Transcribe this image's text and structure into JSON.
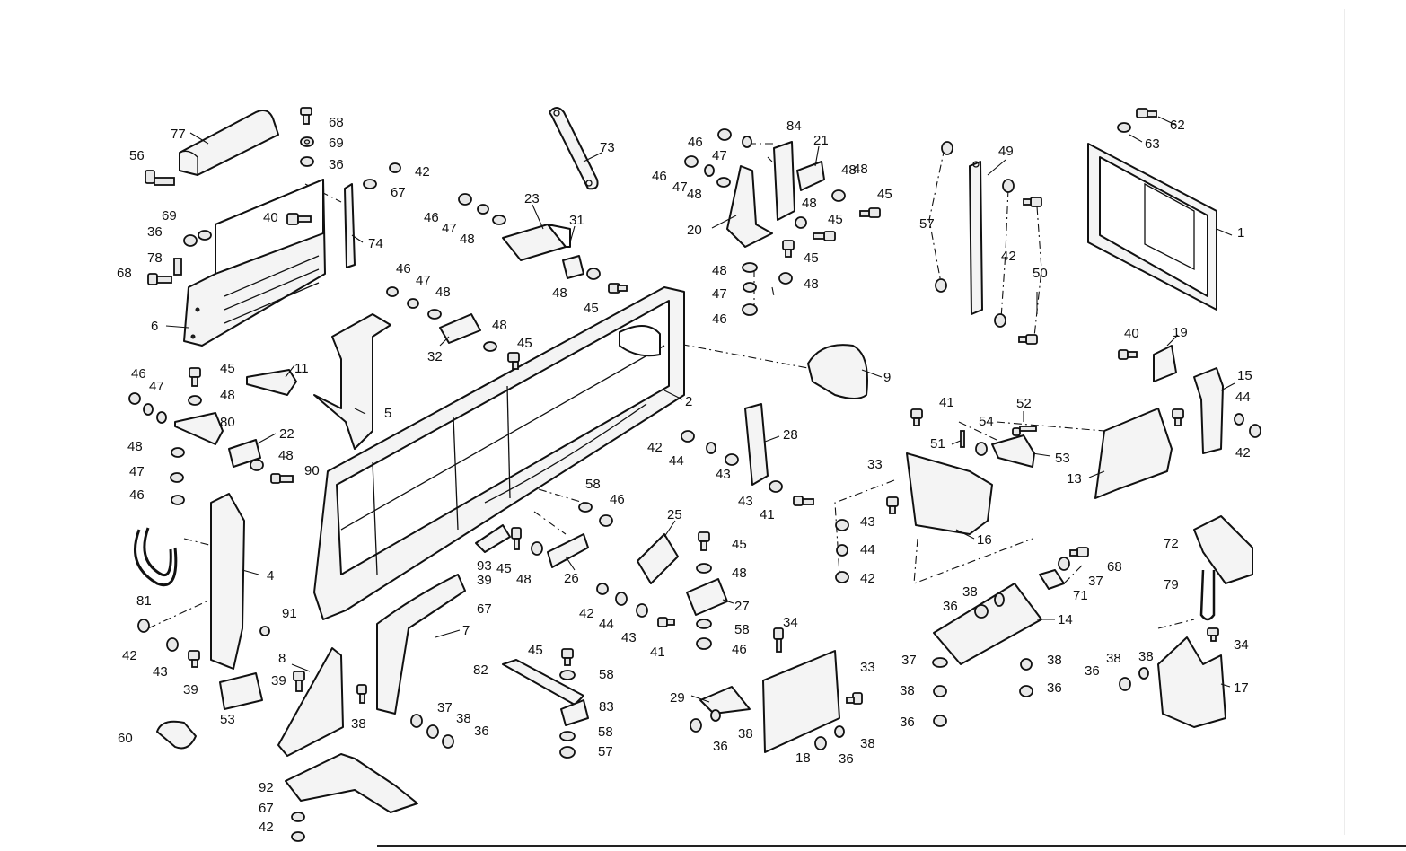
{
  "diagram": {
    "callouts": [
      {
        "id": "c1",
        "text": "1"
      },
      {
        "id": "c2",
        "text": "2"
      },
      {
        "id": "c4",
        "text": "4"
      },
      {
        "id": "c5",
        "text": "5"
      },
      {
        "id": "c6",
        "text": "6"
      },
      {
        "id": "c7",
        "text": "7"
      },
      {
        "id": "c8",
        "text": "8"
      },
      {
        "id": "c9",
        "text": "9"
      },
      {
        "id": "c11",
        "text": "11"
      },
      {
        "id": "c13",
        "text": "13"
      },
      {
        "id": "c14",
        "text": "14"
      },
      {
        "id": "c15",
        "text": "15"
      },
      {
        "id": "c16",
        "text": "16"
      },
      {
        "id": "c17",
        "text": "17"
      },
      {
        "id": "c18",
        "text": "18"
      },
      {
        "id": "c19",
        "text": "19"
      },
      {
        "id": "c20",
        "text": "20"
      },
      {
        "id": "c21",
        "text": "21"
      },
      {
        "id": "c22",
        "text": "22"
      },
      {
        "id": "c23",
        "text": "23"
      },
      {
        "id": "c25",
        "text": "25"
      },
      {
        "id": "c26",
        "text": "26"
      },
      {
        "id": "c27",
        "text": "27"
      },
      {
        "id": "c28",
        "text": "28"
      },
      {
        "id": "c29",
        "text": "29"
      },
      {
        "id": "c31",
        "text": "31"
      },
      {
        "id": "c32",
        "text": "32"
      },
      {
        "id": "c33a",
        "text": "33"
      },
      {
        "id": "c33b",
        "text": "33"
      },
      {
        "id": "c34a",
        "text": "34"
      },
      {
        "id": "c34b",
        "text": "34"
      },
      {
        "id": "c36a",
        "text": "36"
      },
      {
        "id": "c36b",
        "text": "36"
      },
      {
        "id": "c36c",
        "text": "36"
      },
      {
        "id": "c36d",
        "text": "36"
      },
      {
        "id": "c36e",
        "text": "36"
      },
      {
        "id": "c36f",
        "text": "36"
      },
      {
        "id": "c36g",
        "text": "36"
      },
      {
        "id": "c36h",
        "text": "36"
      },
      {
        "id": "c36i",
        "text": "36"
      },
      {
        "id": "c37a",
        "text": "37"
      },
      {
        "id": "c37b",
        "text": "37"
      },
      {
        "id": "c37c",
        "text": "37"
      },
      {
        "id": "c38a",
        "text": "38"
      },
      {
        "id": "c38b",
        "text": "38"
      },
      {
        "id": "c38c",
        "text": "38"
      },
      {
        "id": "c38d",
        "text": "38"
      },
      {
        "id": "c38e",
        "text": "38"
      },
      {
        "id": "c38f",
        "text": "38"
      },
      {
        "id": "c38g",
        "text": "38"
      },
      {
        "id": "c38h",
        "text": "38"
      },
      {
        "id": "c38i",
        "text": "38"
      },
      {
        "id": "c39a",
        "text": "39"
      },
      {
        "id": "c39b",
        "text": "39"
      },
      {
        "id": "c39c",
        "text": "39"
      },
      {
        "id": "c40a",
        "text": "40"
      },
      {
        "id": "c40b",
        "text": "40"
      },
      {
        "id": "c41a",
        "text": "41"
      },
      {
        "id": "c41b",
        "text": "41"
      },
      {
        "id": "c41c",
        "text": "41"
      },
      {
        "id": "c42a",
        "text": "42"
      },
      {
        "id": "c42b",
        "text": "42"
      },
      {
        "id": "c42c",
        "text": "42"
      },
      {
        "id": "c42d",
        "text": "42"
      },
      {
        "id": "c42e",
        "text": "42"
      },
      {
        "id": "c42f",
        "text": "42"
      },
      {
        "id": "c42g",
        "text": "42"
      },
      {
        "id": "c42h",
        "text": "42"
      },
      {
        "id": "c43a",
        "text": "43"
      },
      {
        "id": "c43b",
        "text": "43"
      },
      {
        "id": "c43c",
        "text": "43"
      },
      {
        "id": "c43d",
        "text": "43"
      },
      {
        "id": "c43e",
        "text": "43"
      },
      {
        "id": "c44a",
        "text": "44"
      },
      {
        "id": "c44b",
        "text": "44"
      },
      {
        "id": "c44c",
        "text": "44"
      },
      {
        "id": "c44d",
        "text": "44"
      },
      {
        "id": "c45a",
        "text": "45"
      },
      {
        "id": "c45b",
        "text": "45"
      },
      {
        "id": "c45c",
        "text": "45"
      },
      {
        "id": "c45d",
        "text": "45"
      },
      {
        "id": "c45e",
        "text": "45"
      },
      {
        "id": "c45f",
        "text": "45"
      },
      {
        "id": "c45g",
        "text": "45"
      },
      {
        "id": "c45h",
        "text": "45"
      },
      {
        "id": "c45i",
        "text": "45"
      },
      {
        "id": "c46a",
        "text": "46"
      },
      {
        "id": "c46b",
        "text": "46"
      },
      {
        "id": "c46c",
        "text": "46"
      },
      {
        "id": "c46d",
        "text": "46"
      },
      {
        "id": "c46e",
        "text": "46"
      },
      {
        "id": "c46f",
        "text": "46"
      },
      {
        "id": "c46g",
        "text": "46"
      },
      {
        "id": "c46h",
        "text": "46"
      },
      {
        "id": "c46i",
        "text": "46"
      },
      {
        "id": "c47a",
        "text": "47"
      },
      {
        "id": "c47b",
        "text": "47"
      },
      {
        "id": "c47c",
        "text": "47"
      },
      {
        "id": "c47d",
        "text": "47"
      },
      {
        "id": "c47e",
        "text": "47"
      },
      {
        "id": "c47f",
        "text": "47"
      },
      {
        "id": "c47g",
        "text": "47"
      },
      {
        "id": "c48a",
        "text": "48"
      },
      {
        "id": "c48b",
        "text": "48"
      },
      {
        "id": "c48c",
        "text": "48"
      },
      {
        "id": "c48d",
        "text": "48"
      },
      {
        "id": "c48e",
        "text": "48"
      },
      {
        "id": "c48f",
        "text": "48"
      },
      {
        "id": "c48g",
        "text": "48"
      },
      {
        "id": "c48h",
        "text": "48"
      },
      {
        "id": "c48i",
        "text": "48"
      },
      {
        "id": "c48j",
        "text": "48"
      },
      {
        "id": "c48k",
        "text": "48"
      },
      {
        "id": "c48l",
        "text": "48"
      },
      {
        "id": "c48m",
        "text": "48"
      },
      {
        "id": "c48n",
        "text": "48"
      },
      {
        "id": "c48o",
        "text": "48"
      },
      {
        "id": "c49",
        "text": "49"
      },
      {
        "id": "c50",
        "text": "50"
      },
      {
        "id": "c51",
        "text": "51"
      },
      {
        "id": "c52",
        "text": "52"
      },
      {
        "id": "c53a",
        "text": "53"
      },
      {
        "id": "c53b",
        "text": "53"
      },
      {
        "id": "c54",
        "text": "54"
      },
      {
        "id": "c56",
        "text": "56"
      },
      {
        "id": "c57a",
        "text": "57"
      },
      {
        "id": "c57b",
        "text": "57"
      },
      {
        "id": "c58a",
        "text": "58"
      },
      {
        "id": "c58b",
        "text": "58"
      },
      {
        "id": "c58c",
        "text": "58"
      },
      {
        "id": "c58d",
        "text": "58"
      },
      {
        "id": "c60",
        "text": "60"
      },
      {
        "id": "c62",
        "text": "62"
      },
      {
        "id": "c63",
        "text": "63"
      },
      {
        "id": "c67a",
        "text": "67"
      },
      {
        "id": "c67b",
        "text": "67"
      },
      {
        "id": "c67c",
        "text": "67"
      },
      {
        "id": "c68a",
        "text": "68"
      },
      {
        "id": "c68b",
        "text": "68"
      },
      {
        "id": "c68c",
        "text": "68"
      },
      {
        "id": "c69a",
        "text": "69"
      },
      {
        "id": "c69b",
        "text": "69"
      },
      {
        "id": "c71",
        "text": "71"
      },
      {
        "id": "c72",
        "text": "72"
      },
      {
        "id": "c73",
        "text": "73"
      },
      {
        "id": "c74",
        "text": "74"
      },
      {
        "id": "c77",
        "text": "77"
      },
      {
        "id": "c78",
        "text": "78"
      },
      {
        "id": "c79",
        "text": "79"
      },
      {
        "id": "c80",
        "text": "80"
      },
      {
        "id": "c81",
        "text": "81"
      },
      {
        "id": "c82",
        "text": "82"
      },
      {
        "id": "c83",
        "text": "83"
      },
      {
        "id": "c84",
        "text": "84"
      },
      {
        "id": "c90",
        "text": "90"
      },
      {
        "id": "c91",
        "text": "91"
      },
      {
        "id": "c92",
        "text": "92"
      },
      {
        "id": "c93",
        "text": "93"
      }
    ]
  }
}
